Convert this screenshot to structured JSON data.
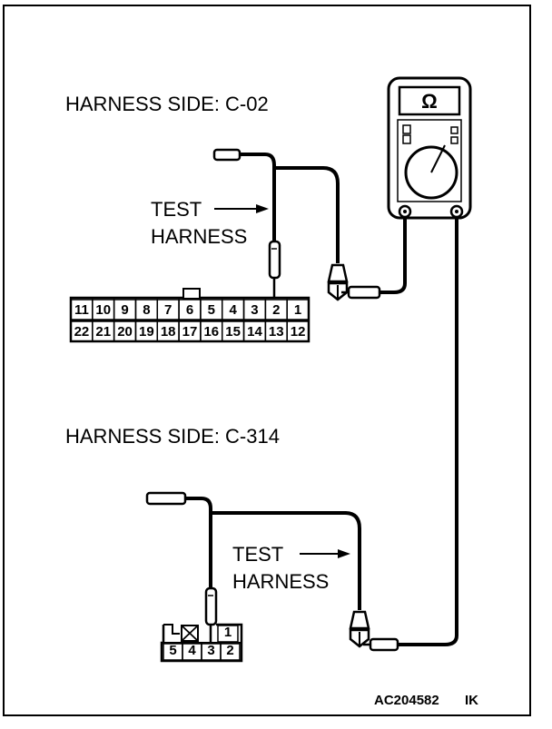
{
  "labels": {
    "harness_side_top": "HARNESS SIDE: C-02",
    "harness_side_bottom": "HARNESS SIDE: C-314",
    "test_top": "TEST",
    "harness_top": "HARNESS",
    "test_bottom": "TEST",
    "harness_bottom": "HARNESS",
    "figure_code": "AC204582",
    "figure_suffix": "IK"
  },
  "meter": {
    "symbol": "Ω",
    "icon": "ohmmeter-icon"
  },
  "connector_c02": {
    "top_row": [
      "11",
      "10",
      "9",
      "8",
      "7",
      "6",
      "5",
      "4",
      "3",
      "2",
      "1"
    ],
    "bottom_row": [
      "22",
      "21",
      "20",
      "19",
      "18",
      "17",
      "16",
      "15",
      "14",
      "13",
      "12"
    ],
    "probed_pin": "2"
  },
  "connector_c314": {
    "top_row": [
      "1"
    ],
    "bottom_row": [
      "5",
      "4",
      "3",
      "2"
    ],
    "probed_pin": "3"
  }
}
